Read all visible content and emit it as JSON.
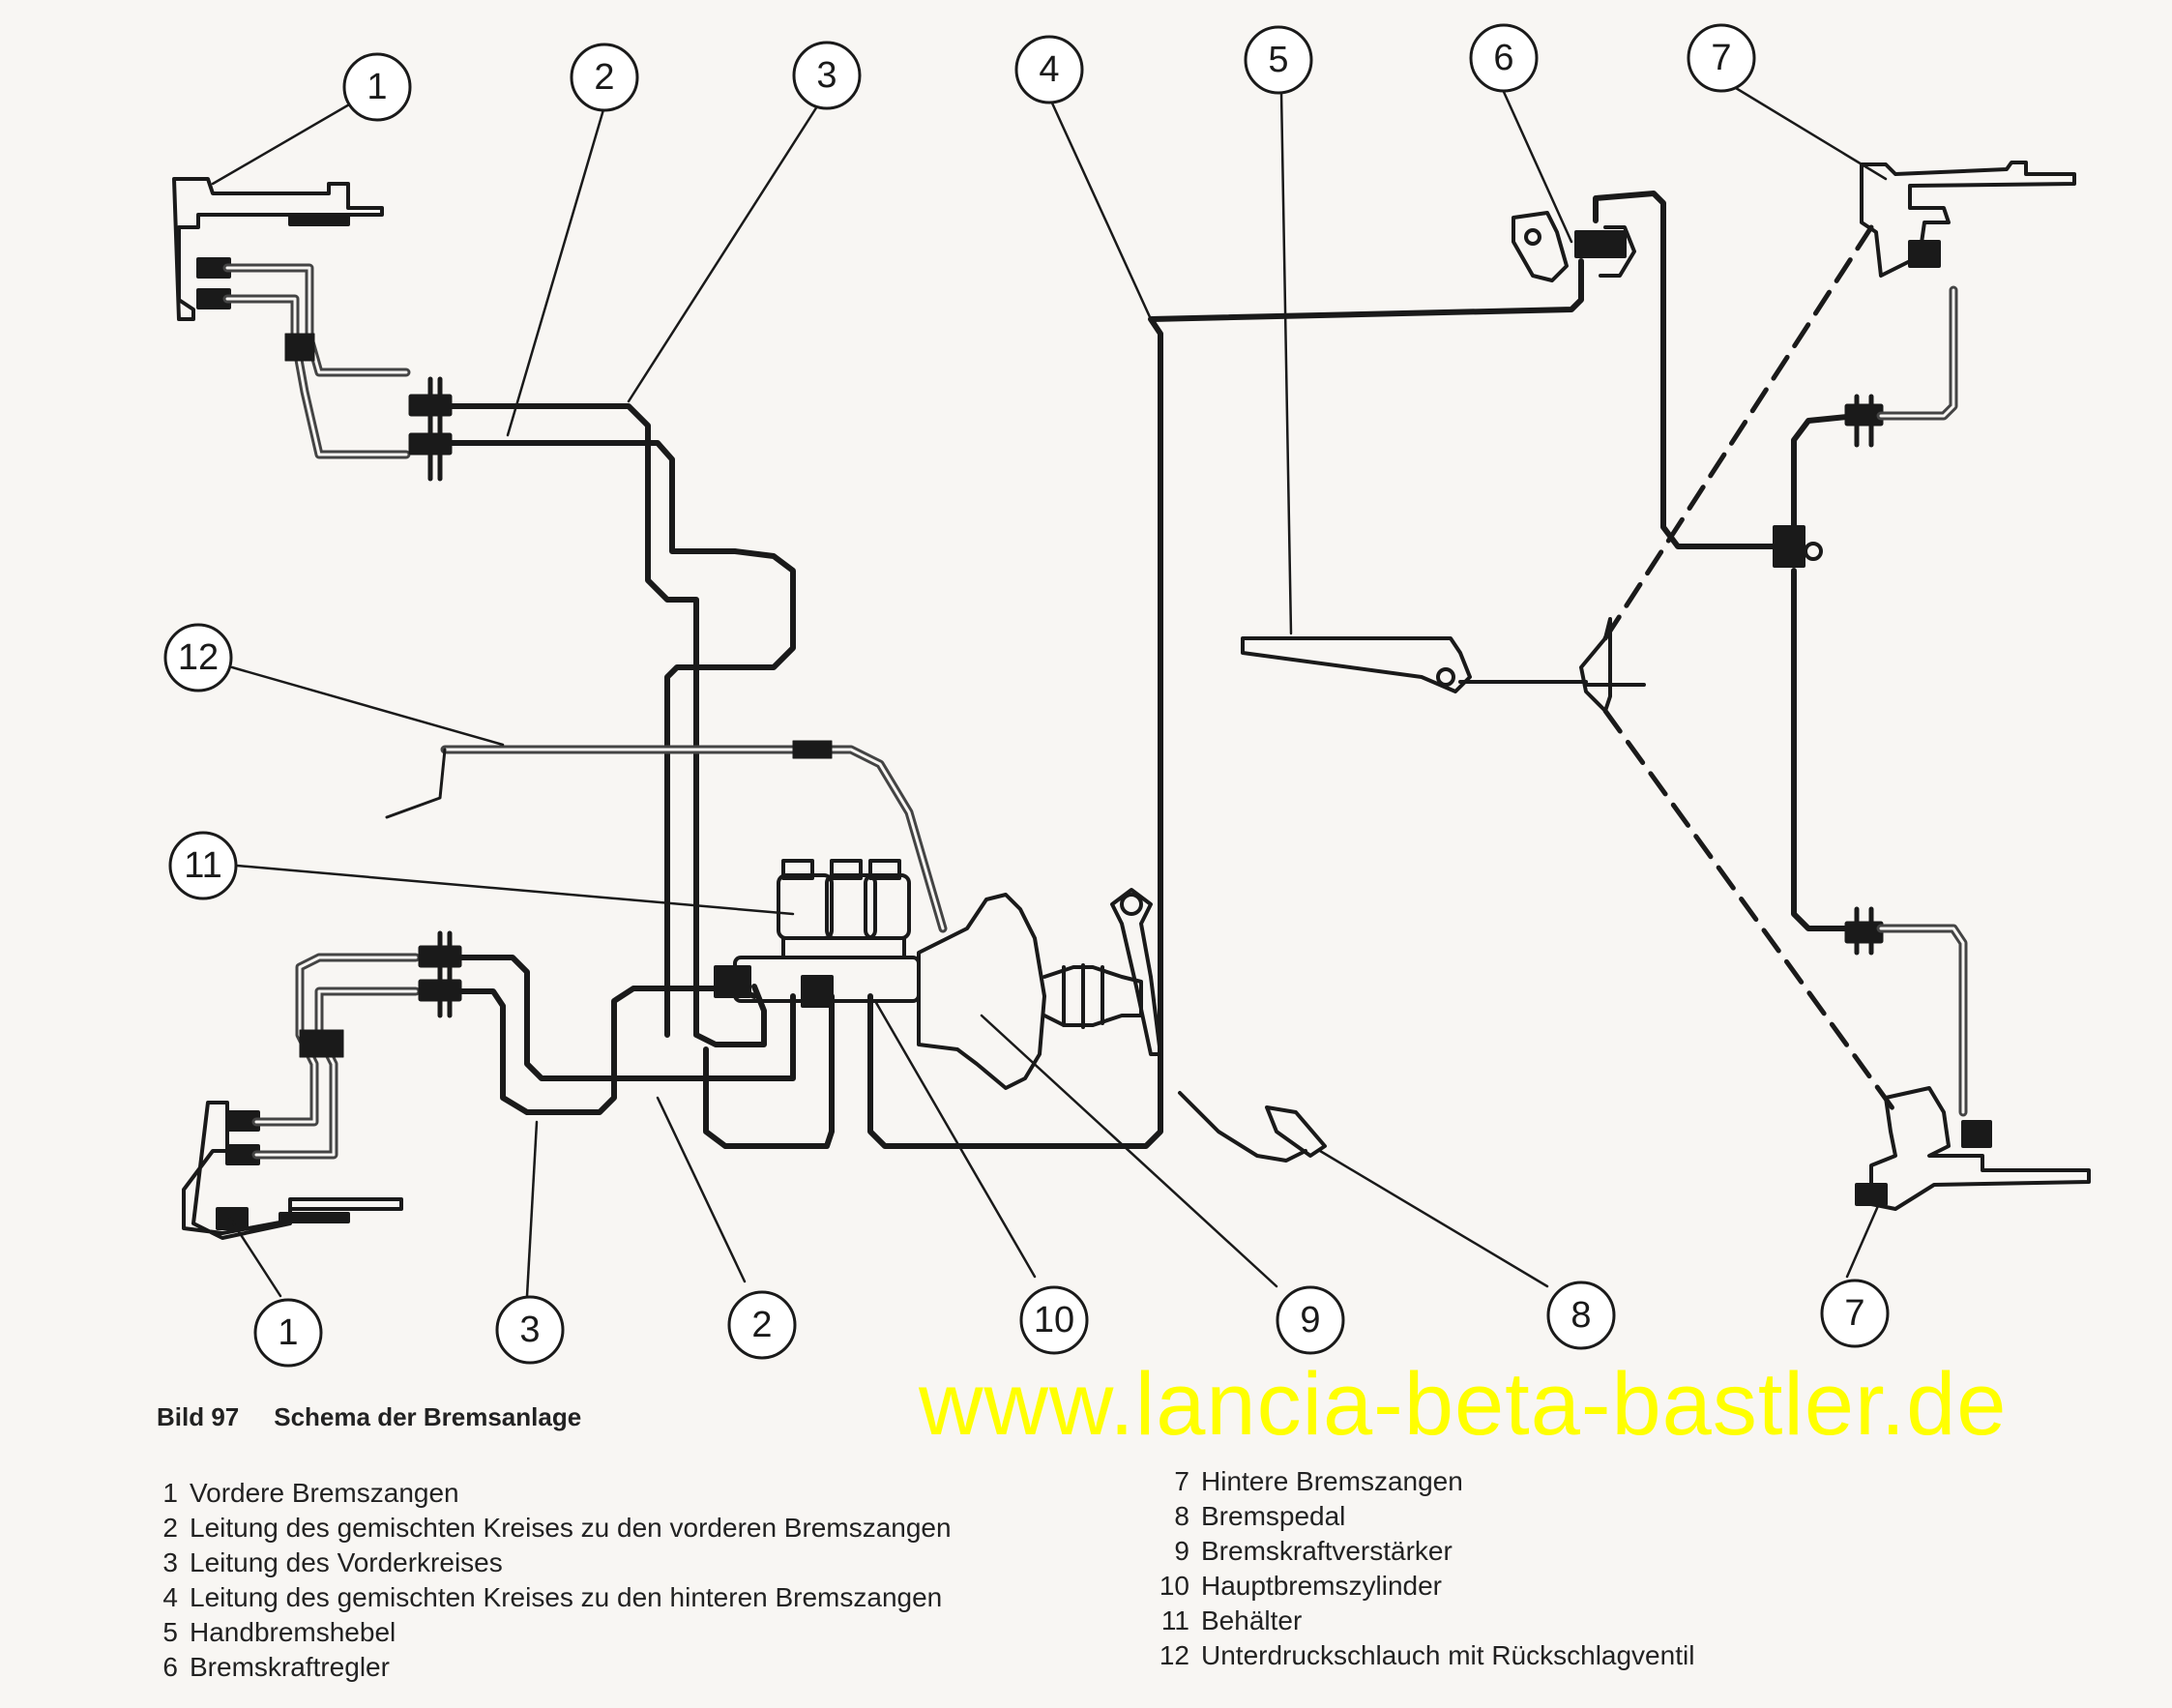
{
  "diagram": {
    "callout_labels": [
      "1",
      "2",
      "3",
      "4",
      "5",
      "6",
      "7",
      "12",
      "11",
      "1",
      "3",
      "2",
      "10",
      "9",
      "8",
      "7"
    ]
  },
  "caption": {
    "figure_number": "Bild 97",
    "title": "Schema der Bremsanlage"
  },
  "legend_left": [
    {
      "num": "1",
      "text": "Vordere Bremszangen"
    },
    {
      "num": "2",
      "text": "Leitung des gemischten Kreises zu den vorderen Bremszangen"
    },
    {
      "num": "3",
      "text": "Leitung des Vorderkreises"
    },
    {
      "num": "4",
      "text": "Leitung des gemischten Kreises zu den hinteren Bremszangen"
    },
    {
      "num": "5",
      "text": "Handbremshebel"
    },
    {
      "num": "6",
      "text": "Bremskraftregler"
    }
  ],
  "legend_right": [
    {
      "num": "7",
      "text": "Hintere Bremszangen"
    },
    {
      "num": "8",
      "text": "Bremspedal"
    },
    {
      "num": "9",
      "text": "Bremskraftverstärker"
    },
    {
      "num": "10",
      "text": "Hauptbremszylinder"
    },
    {
      "num": "11",
      "text": "Behälter"
    },
    {
      "num": "12",
      "text": "Unterdruckschlauch mit Rückschlagventil"
    }
  ],
  "watermark": "www.lancia-beta-bastler.de"
}
